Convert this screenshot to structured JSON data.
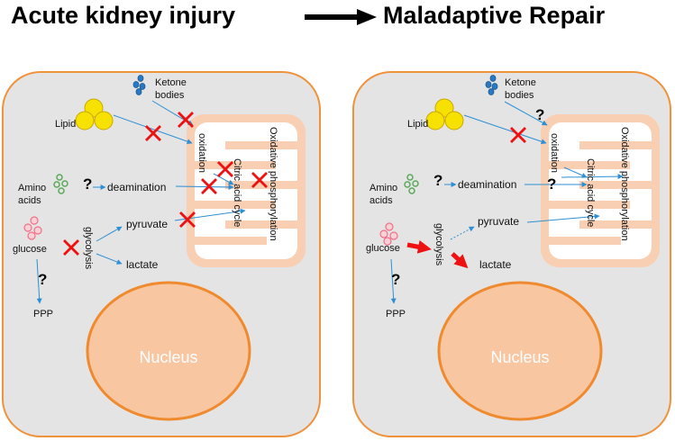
{
  "titles": {
    "left": "Acute kidney injury",
    "right": "Maladaptive Repair"
  },
  "panels": [
    {
      "name": "acute-kidney-injury",
      "labels": {
        "ketone_line1": "Ketone",
        "ketone_line2": "bodies",
        "lipid": "Lipid",
        "amino_line1": "Amino",
        "amino_line2": "acids",
        "glucose": "glucose",
        "deamination": "deamination",
        "pyruvate": "pyruvate",
        "lactate": "lactate",
        "glycolysis": "glycolysis",
        "oxidation": "oxidation",
        "citric": "Citric acid cycle",
        "oxphos": "Oxidative phosphorylation",
        "ppp": "PPP",
        "nucleus": "Nucleus",
        "question": "?"
      }
    },
    {
      "name": "maladaptive-repair",
      "labels": {
        "ketone_line1": "Ketone",
        "ketone_line2": "bodies",
        "lipid": "Lipid",
        "amino_line1": "Amino",
        "amino_line2": "acids",
        "glucose": "glucose",
        "deamination": "deamination",
        "pyruvate": "pyruvate",
        "lactate": "lactate",
        "glycolysis": "glycolysis",
        "oxidation": "oxidation",
        "citric": "Citric acid cycle",
        "oxphos": "Oxidative phosphorylation",
        "ppp": "PPP",
        "nucleus": "Nucleus",
        "question": "?"
      }
    }
  ],
  "colors": {
    "cell_fill": "#e4e4e4",
    "cell_border": "#f0923c",
    "mito_fill": "#f8cfb2",
    "nucleus_fill": "#f9c6a2",
    "nucleus_border": "#ef8a2f",
    "arrow_blue": "#2e8fd4",
    "block_red": "#ee1111",
    "lipid_yellow": "#f7e100",
    "ketone_blue": "#2979c1",
    "amino_green": "#5aa95a",
    "glucose_pink": "#f36f86"
  }
}
